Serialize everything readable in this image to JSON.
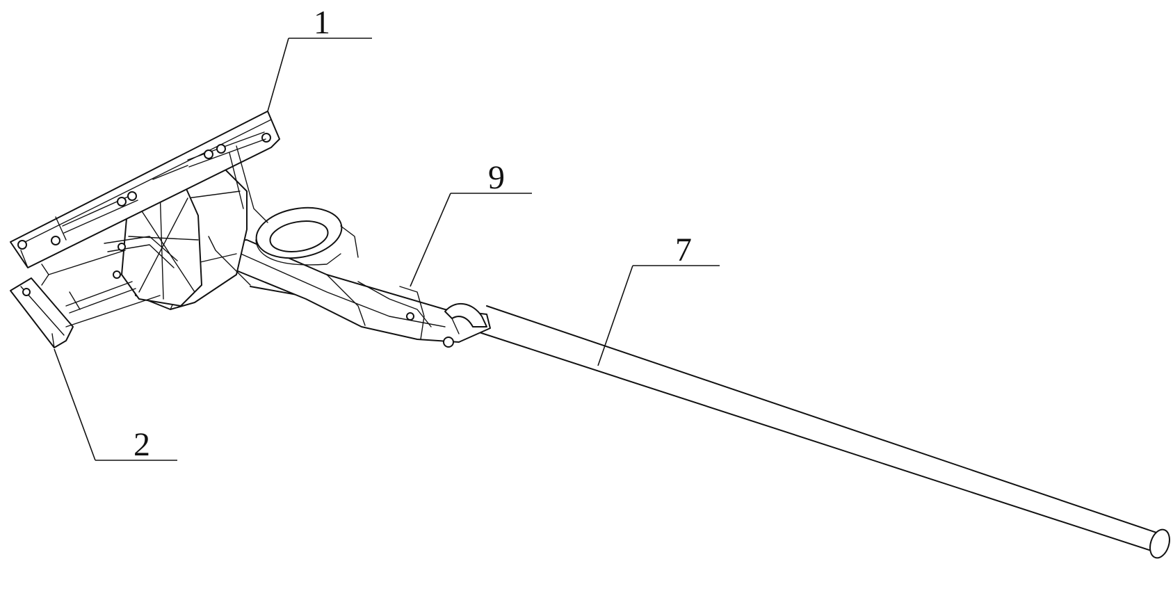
{
  "figure": {
    "labels": [
      {
        "id": "part-1",
        "text": "1"
      },
      {
        "id": "part-2",
        "text": "2"
      },
      {
        "id": "part-9",
        "text": "9"
      },
      {
        "id": "part-7",
        "text": "7"
      }
    ]
  },
  "colors": {
    "line": "#111111",
    "background": "#ffffff"
  }
}
